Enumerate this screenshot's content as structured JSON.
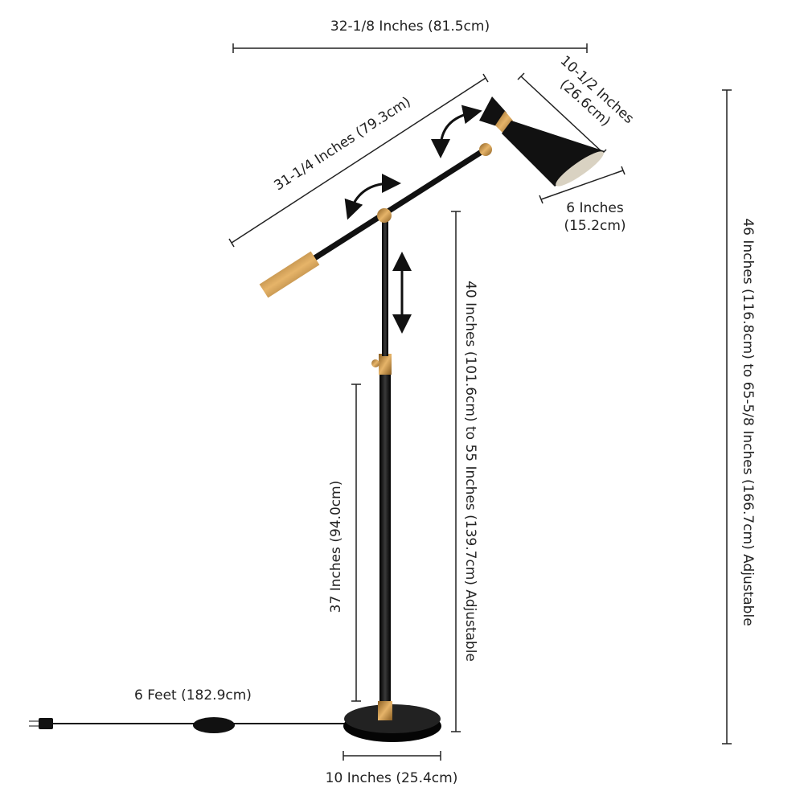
{
  "colors": {
    "lamp_black": "#141414",
    "brass": "#c8954a",
    "dimension_line": "#222222"
  },
  "dimensions": {
    "arm_span": "32-1/8 Inches (81.5cm)",
    "arm_length": "31-1/4 Inches (79.3cm)",
    "shade_length_line1": "10-1/2 Inches",
    "shade_length_line2": "(26.6cm)",
    "shade_width_line1": "6 Inches",
    "shade_width_line2": "(15.2cm)",
    "pivot_height": "40 Inches (101.6cm) to 55 Inches (139.7cm) Adjustable",
    "overall_height": "46 Inches (116.8cm) to 65-5/8 Inches (166.7cm) Adjustable",
    "lower_pole_height": "37 Inches (94.0cm)",
    "cord_length": "6 Feet (182.9cm)",
    "base_diameter": "10 Inches (25.4cm)"
  }
}
